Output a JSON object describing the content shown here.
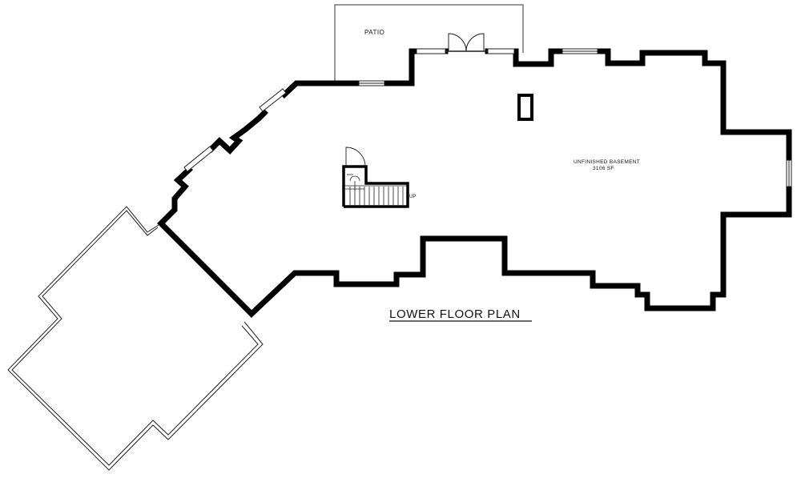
{
  "plan": {
    "title": "LOWER FLOOR PLAN",
    "patio_label": "PATIO",
    "room_label_line1": "UNFINISHED BASEMENT",
    "room_label_line2": "3106 SF",
    "stair_label": "UP"
  },
  "colors": {
    "wall": "#000000",
    "thin_line": "#222222",
    "background": "#ffffff"
  }
}
